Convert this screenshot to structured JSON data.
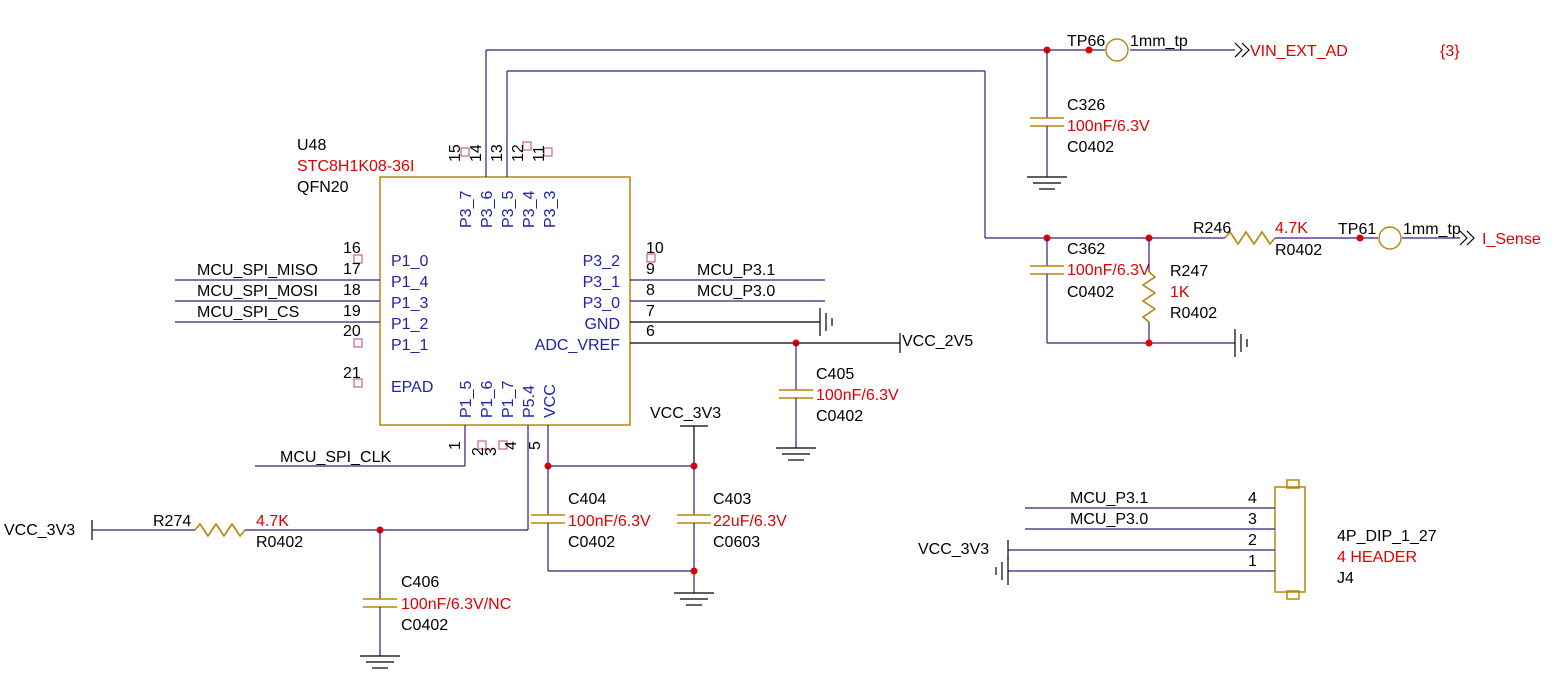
{
  "colors": {
    "wire": "#3a1a7a",
    "component": "#b8860b",
    "value_text": "#e00000",
    "pin_name": "#1f24a8",
    "junction": "#e00000"
  },
  "u48": {
    "ref": "U48",
    "part": "STC8H1K08-36I",
    "package": "QFN20",
    "top_pins": [
      {
        "num": "15",
        "name": "P3_7"
      },
      {
        "num": "14",
        "name": "P3_6"
      },
      {
        "num": "13",
        "name": "P3_5"
      },
      {
        "num": "12",
        "name": "P3_4"
      },
      {
        "num": "11",
        "name": "P3_3"
      }
    ],
    "left_pins": [
      {
        "num": "16",
        "name": "P1_0"
      },
      {
        "num": "17",
        "name": "P1_4"
      },
      {
        "num": "18",
        "name": "P1_3"
      },
      {
        "num": "19",
        "name": "P1_2"
      },
      {
        "num": "20",
        "name": "P1_1"
      },
      {
        "num": "21",
        "name": "EPAD"
      }
    ],
    "right_pins": [
      {
        "num": "10",
        "name": "P3_2"
      },
      {
        "num": "9",
        "name": "P3_1"
      },
      {
        "num": "8",
        "name": "P3_0"
      },
      {
        "num": "7",
        "name": "GND"
      },
      {
        "num": "6",
        "name": "ADC_VREF"
      }
    ],
    "bottom_pins": [
      {
        "num": "1",
        "name": "P1_5"
      },
      {
        "num": "2",
        "name": "P1_6"
      },
      {
        "num": "3",
        "name": "P1_7"
      },
      {
        "num": "4",
        "name": "P5.4"
      },
      {
        "num": "5",
        "name": "VCC"
      }
    ]
  },
  "nets": {
    "spi_miso": "MCU_SPI_MISO",
    "spi_mosi": "MCU_SPI_MOSI",
    "spi_cs": "MCU_SPI_CS",
    "spi_clk": "MCU_SPI_CLK",
    "p31": "MCU_P3.1",
    "p30": "MCU_P3.0",
    "vcc_2v5": "VCC_2V5",
    "vcc_3v3": "VCC_3V3",
    "vin_ext_ad": "VIN_EXT_AD",
    "i_sense": "I_Sense",
    "sheet_ref": "{3}"
  },
  "testpoints": {
    "tp66": {
      "ref": "TP66",
      "value": "1mm_tp"
    },
    "tp61": {
      "ref": "TP61",
      "value": "1mm_tp"
    }
  },
  "caps": {
    "c326": {
      "ref": "C326",
      "value": "100nF/6.3V",
      "pkg": "C0402"
    },
    "c362": {
      "ref": "C362",
      "value": "100nF/6.3V",
      "pkg": "C0402"
    },
    "c405": {
      "ref": "C405",
      "value": "100nF/6.3V",
      "pkg": "C0402"
    },
    "c404": {
      "ref": "C404",
      "value": "100nF/6.3V",
      "pkg": "C0402"
    },
    "c403": {
      "ref": "C403",
      "value": "22uF/6.3V",
      "pkg": "C0603"
    },
    "c406": {
      "ref": "C406",
      "value": "100nF/6.3V/NC",
      "pkg": "C0402"
    }
  },
  "resistors": {
    "r246": {
      "ref": "R246",
      "value": "4.7K",
      "pkg": "R0402"
    },
    "r247": {
      "ref": "R247",
      "value": "1K",
      "pkg": "R0402"
    },
    "r274": {
      "ref": "R274",
      "value": "4.7K",
      "pkg": "R0402"
    }
  },
  "j4": {
    "ref": "J4",
    "part": "4P_DIP_1_27",
    "value": "4 HEADER",
    "pins": [
      "4",
      "3",
      "2",
      "1"
    ]
  }
}
